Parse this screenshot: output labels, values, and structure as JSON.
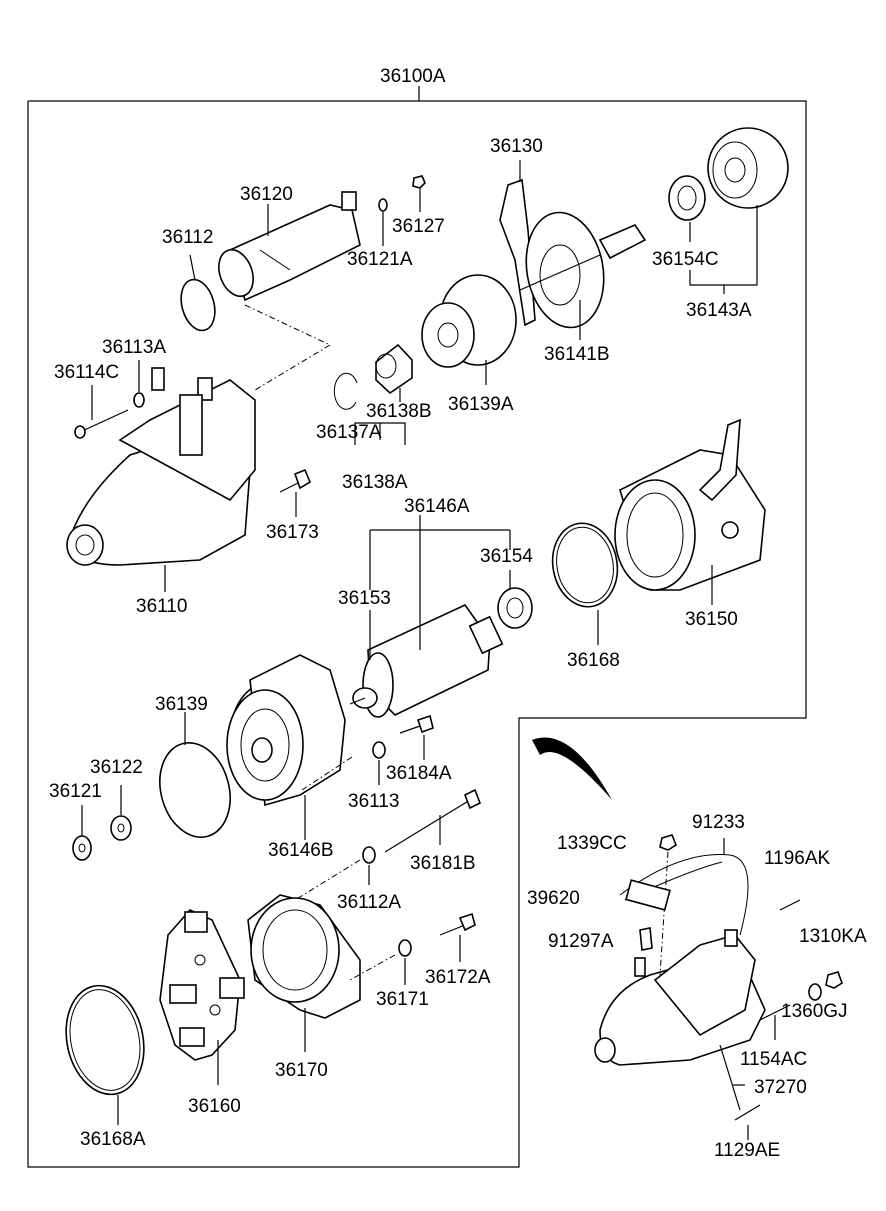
{
  "labels": {
    "assembly": "36100A",
    "p36120": "36120",
    "p36127": "36127",
    "p36130": "36130",
    "p36112": "36112",
    "p36121A": "36121A",
    "p36154C": "36154C",
    "p36143A": "36143A",
    "p36113A": "36113A",
    "p36114C": "36114C",
    "p36141B": "36141B",
    "p36138B": "36138B",
    "p36139A": "36139A",
    "p36137A": "36137A",
    "p36138A": "36138A",
    "p36146A": "36146A",
    "p36173": "36173",
    "p36154": "36154",
    "p36153": "36153",
    "p36110": "36110",
    "p36150": "36150",
    "p36168": "36168",
    "p36139": "36139",
    "p36122": "36122",
    "p36184A": "36184A",
    "p36121": "36121",
    "p36113": "36113",
    "p36146B": "36146B",
    "p36181B": "36181B",
    "p36112A": "36112A",
    "p36172A": "36172A",
    "p36171": "36171",
    "p36170": "36170",
    "p36160": "36160",
    "p36168A": "36168A",
    "p91233": "91233",
    "p1339CC": "1339CC",
    "p1196AK": "1196AK",
    "p39620": "39620",
    "p91297A": "91297A",
    "p1310KA": "1310KA",
    "p1360GJ": "1360GJ",
    "p1154AC": "1154AC",
    "p37270": "37270",
    "p1129AE": "1129AE"
  }
}
